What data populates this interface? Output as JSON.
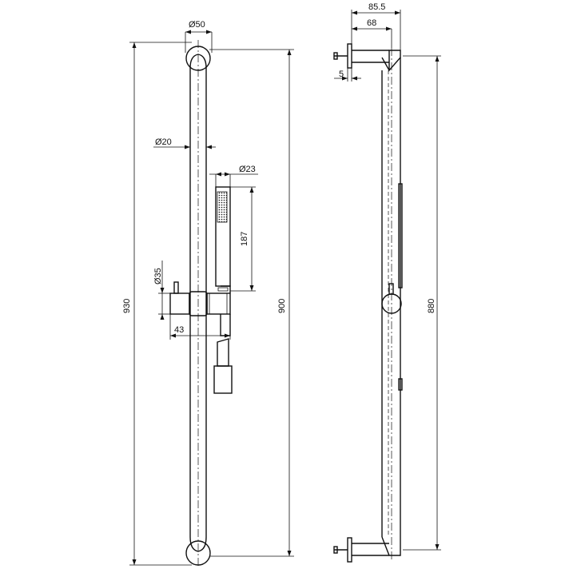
{
  "front_view": {
    "rail_diameter": "Ø20",
    "bracket_diameter": "Ø50",
    "slider_diameter": "Ø35",
    "handshower_diameter": "Ø23",
    "handshower_length": "187",
    "slider_depth": "43",
    "overall_height": "930",
    "center_distance": "900"
  },
  "side_view": {
    "overall_depth": "85.5",
    "arm_depth": "68",
    "flange_thickness": "5",
    "rail_length": "880"
  }
}
